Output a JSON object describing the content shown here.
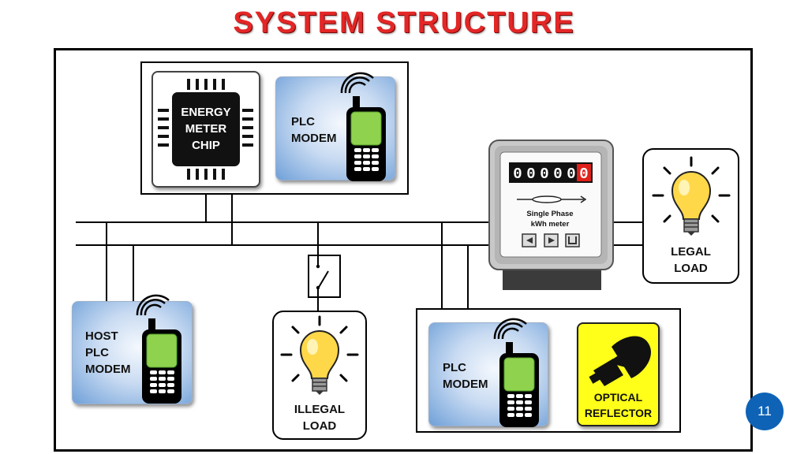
{
  "title": "SYSTEM STRUCTURE",
  "page_number": "11",
  "energy_meter_chip": [
    "ENERGY",
    "METER",
    "CHIP"
  ],
  "plc_modem_top": [
    "PLC",
    "MODEM"
  ],
  "host_plc_modem": [
    "HOST",
    "PLC",
    "MODEM"
  ],
  "illegal_load": [
    "ILLEGAL",
    "LOAD"
  ],
  "legal_load": [
    "LEGAL",
    "LOAD"
  ],
  "plc_modem_bottom": [
    "PLC",
    "MODEM"
  ],
  "optical_reflector": [
    "OPTICAL",
    "REFLECTOR"
  ],
  "meter": {
    "digits": [
      "0",
      "0",
      "0",
      "0",
      "0",
      "0"
    ],
    "caption": [
      "Single Phase",
      "kWh meter"
    ]
  },
  "colors": {
    "title": "#e32626",
    "modem_box": "#a9c6ec",
    "reflector_box": "#ffff1a",
    "bulb": "#ffd84a",
    "meter_last_digit": "#e0201a",
    "page_badge": "#0e63b6"
  }
}
